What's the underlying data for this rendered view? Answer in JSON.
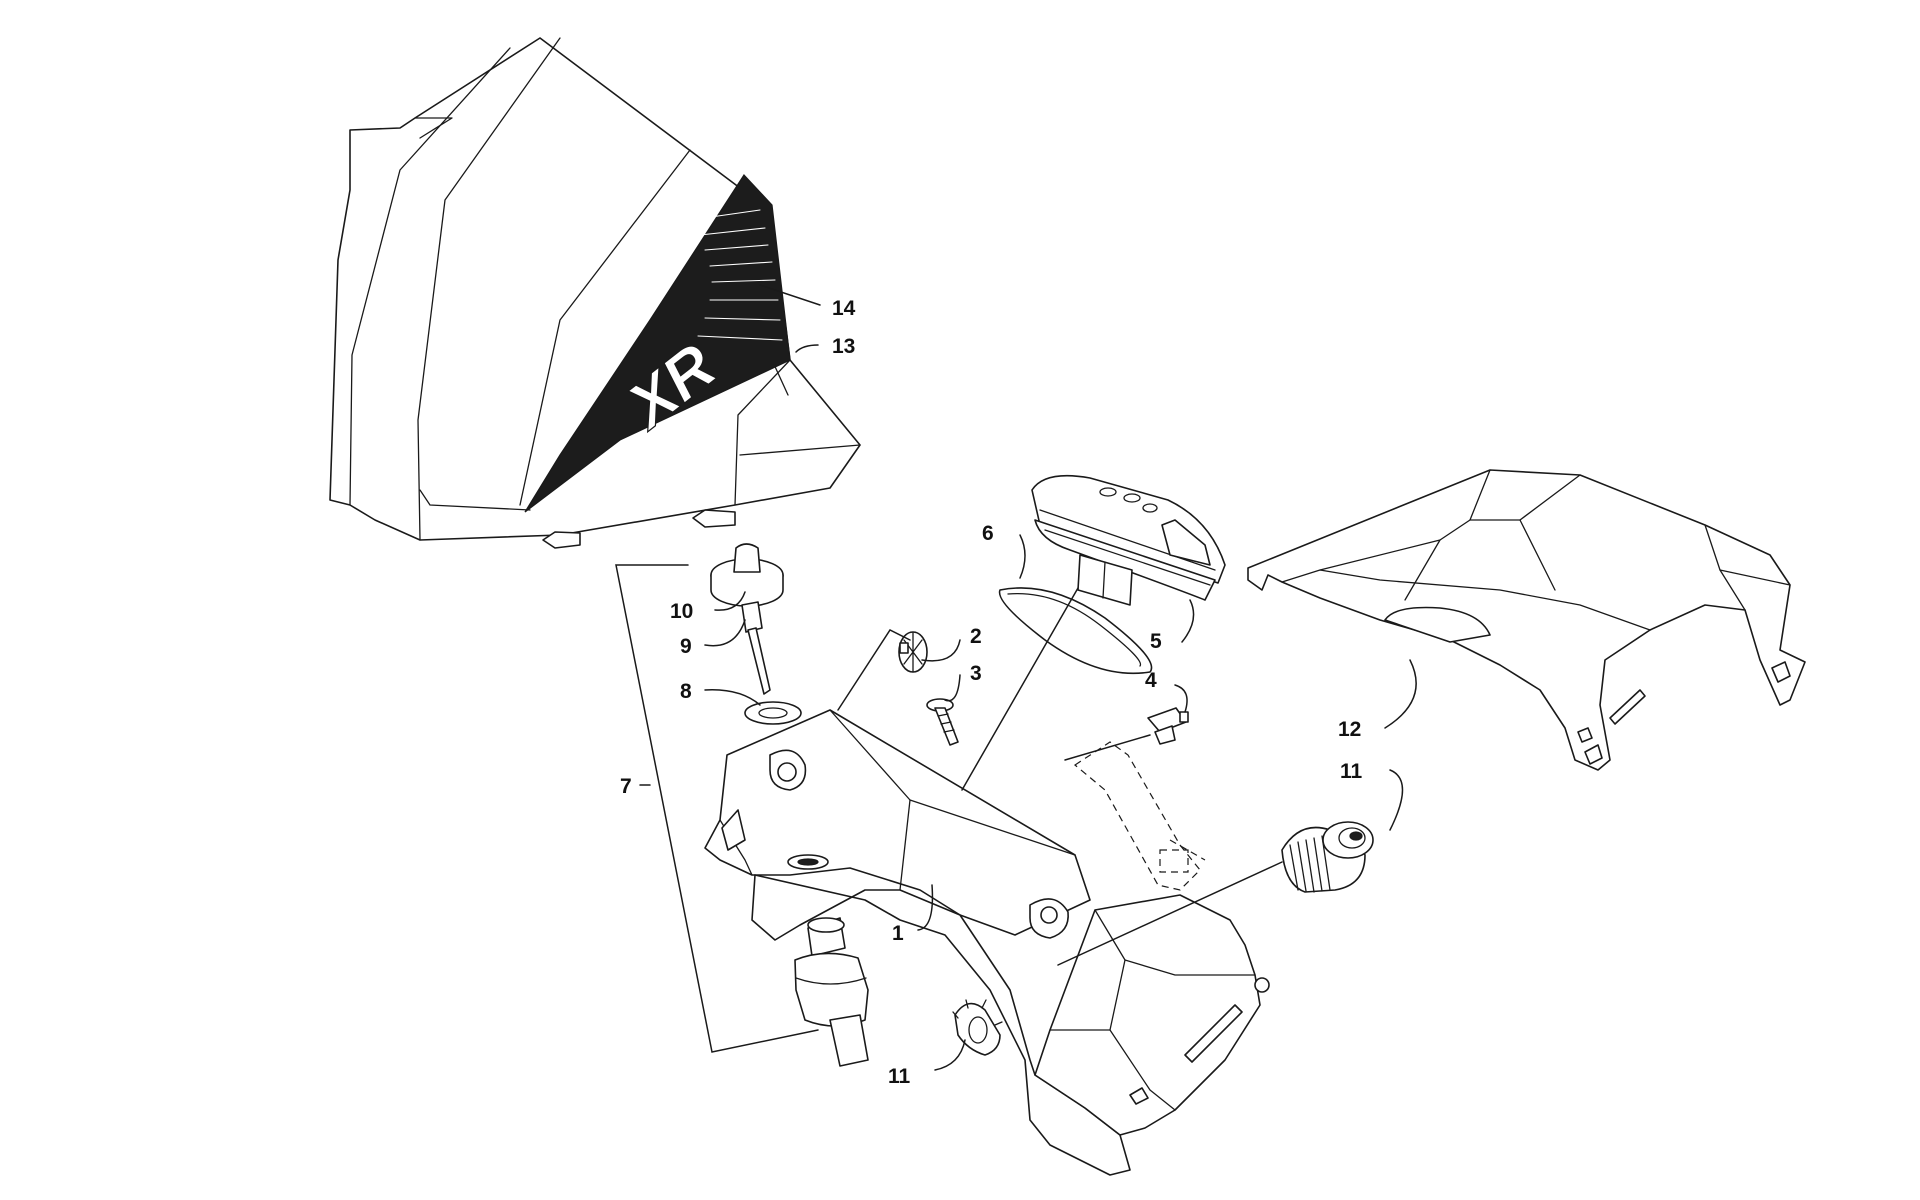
{
  "diagram": {
    "decal_text": "XR",
    "callouts": [
      {
        "id": "c1",
        "label": "1"
      },
      {
        "id": "c2",
        "label": "2"
      },
      {
        "id": "c3",
        "label": "3"
      },
      {
        "id": "c4",
        "label": "4"
      },
      {
        "id": "c5",
        "label": "5"
      },
      {
        "id": "c6",
        "label": "6"
      },
      {
        "id": "c7",
        "label": "7"
      },
      {
        "id": "c8",
        "label": "8"
      },
      {
        "id": "c9",
        "label": "9"
      },
      {
        "id": "c10",
        "label": "10"
      },
      {
        "id": "c11a",
        "label": "11"
      },
      {
        "id": "c11b",
        "label": "11"
      },
      {
        "id": "c12",
        "label": "12"
      },
      {
        "id": "c13",
        "label": "13"
      },
      {
        "id": "c14",
        "label": "14"
      }
    ]
  }
}
